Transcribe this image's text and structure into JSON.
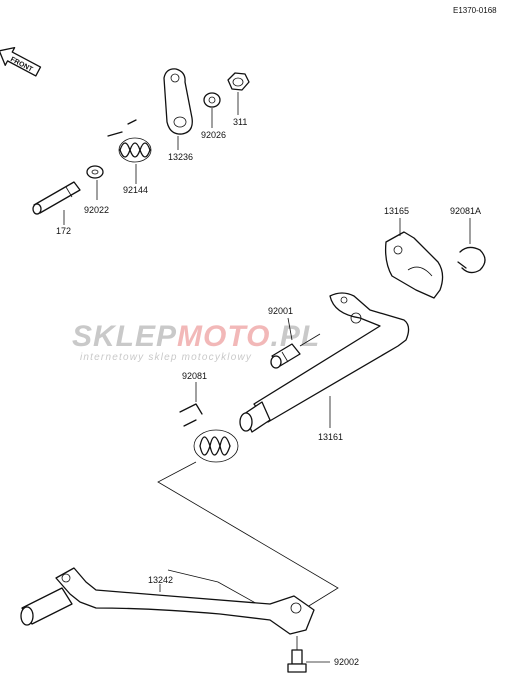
{
  "diagram": {
    "code": "E1370-0168",
    "front_label": "FRONT",
    "watermark": {
      "brand_a": "SKLEP",
      "brand_b": "MOTO",
      "brand_c": ".PL",
      "tagline": "internetowy sklep motocyklowy",
      "color_gray": "#c9c9c9",
      "color_red": "#f2b8b8"
    },
    "parts": [
      {
        "id": "p311",
        "label": "311"
      },
      {
        "id": "p92026",
        "label": "92026"
      },
      {
        "id": "p13236",
        "label": "13236"
      },
      {
        "id": "p92144",
        "label": "92144"
      },
      {
        "id": "p92022",
        "label": "92022"
      },
      {
        "id": "p172",
        "label": "172"
      },
      {
        "id": "p13165",
        "label": "13165"
      },
      {
        "id": "p92081A",
        "label": "92081A"
      },
      {
        "id": "p92001",
        "label": "92001"
      },
      {
        "id": "p92081",
        "label": "92081"
      },
      {
        "id": "p13161",
        "label": "13161"
      },
      {
        "id": "p13242",
        "label": "13242"
      },
      {
        "id": "p92002",
        "label": "92002"
      }
    ]
  }
}
